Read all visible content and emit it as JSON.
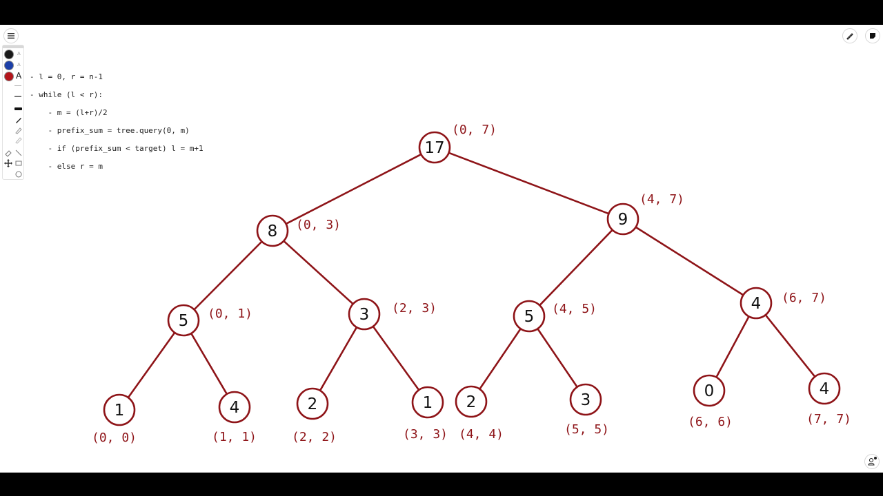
{
  "toolbar": {
    "color_tools": [
      {
        "name": "black-color",
        "color": "#1a1a1a",
        "mini": "A"
      },
      {
        "name": "blue-color",
        "color": "#1c3fa8",
        "mini": "A"
      },
      {
        "name": "red-color",
        "color": "#b3151b",
        "mini": "A"
      }
    ],
    "icons": [
      "menu-icon",
      "pen-icon",
      "highlighter-icon",
      "eraser-icon",
      "line-icon",
      "move-icon",
      "rectangle-icon",
      "circle-icon"
    ]
  },
  "code_lines": [
    "- l = 0, r = n-1",
    "- while (l < r):",
    "    - m = (l+r)/2",
    "    - prefix_sum = tree.query(0, m)",
    "    - if (prefix_sum < target) l = m+1",
    "    - else r = m"
  ],
  "colors": {
    "accent": "#8e1418",
    "node_fill": "#ffffff",
    "text": "#111111"
  },
  "tree": {
    "nodes": [
      {
        "id": "n0-7",
        "value": "17",
        "range": "(0, 7)"
      },
      {
        "id": "n0-3",
        "value": "8",
        "range": "(0, 3)"
      },
      {
        "id": "n4-7",
        "value": "9",
        "range": "(4, 7)"
      },
      {
        "id": "n0-1",
        "value": "5",
        "range": "(0, 1)"
      },
      {
        "id": "n2-3",
        "value": "3",
        "range": "(2, 3)"
      },
      {
        "id": "n4-5",
        "value": "5",
        "range": "(4, 5)"
      },
      {
        "id": "n6-7",
        "value": "4",
        "range": "(6, 7)"
      },
      {
        "id": "n0-0",
        "value": "1",
        "range": "(0, 0)"
      },
      {
        "id": "n1-1",
        "value": "4",
        "range": "(1, 1)"
      },
      {
        "id": "n2-2",
        "value": "2",
        "range": "(2, 2)"
      },
      {
        "id": "n3-3",
        "value": "1",
        "range": "(3, 3)"
      },
      {
        "id": "n4-4",
        "value": "2",
        "range": "(4, 4)"
      },
      {
        "id": "n5-5",
        "value": "3",
        "range": "(5, 5)"
      },
      {
        "id": "n6-6",
        "value": "0",
        "range": "(6, 6)"
      },
      {
        "id": "n7-7",
        "value": "4",
        "range": "(7, 7)"
      }
    ],
    "edges": [
      [
        "n0-7",
        "n0-3"
      ],
      [
        "n0-7",
        "n4-7"
      ],
      [
        "n0-3",
        "n0-1"
      ],
      [
        "n0-3",
        "n2-3"
      ],
      [
        "n4-7",
        "n4-5"
      ],
      [
        "n4-7",
        "n6-7"
      ],
      [
        "n0-1",
        "n0-0"
      ],
      [
        "n0-1",
        "n1-1"
      ],
      [
        "n2-3",
        "n2-2"
      ],
      [
        "n2-3",
        "n3-3"
      ],
      [
        "n4-5",
        "n4-4"
      ],
      [
        "n4-5",
        "n5-5"
      ],
      [
        "n6-7",
        "n6-6"
      ],
      [
        "n6-7",
        "n7-7"
      ]
    ]
  },
  "right_icons": [
    "pen-edit-icon",
    "sticky-note-icon",
    "share-users-icon"
  ]
}
